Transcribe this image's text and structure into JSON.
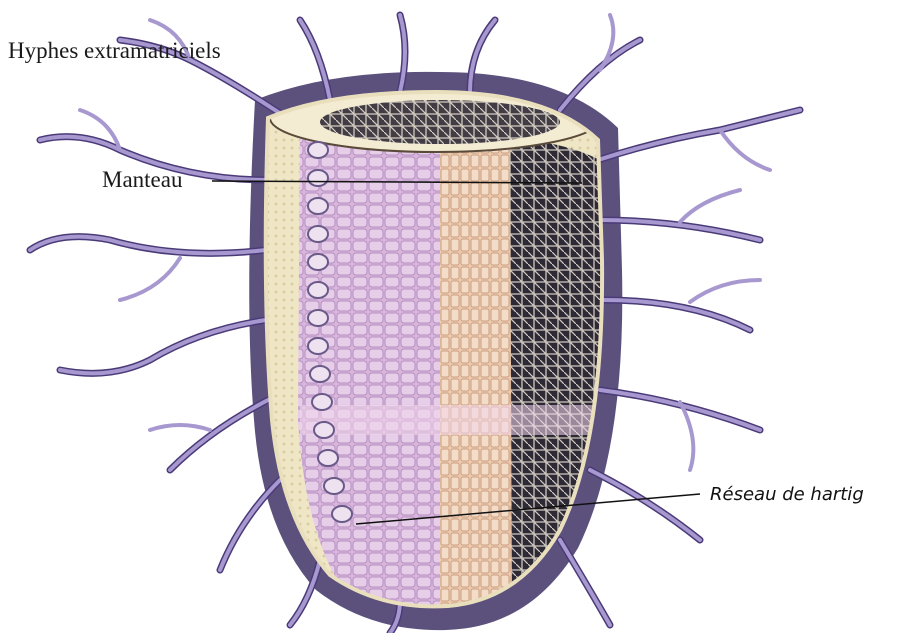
{
  "labels": {
    "hyphes": "Hyphes extramatriciels",
    "manteau": "Manteau",
    "reseau": "Réseau de hartig"
  },
  "colors": {
    "hyphae": "#8f7fc0",
    "hyphae_dark": "#4a3a78",
    "mantle": "#efe6c6",
    "cortex": "#d9b8de",
    "stele": "#e8c3a6",
    "section_dark": "#3c3542"
  }
}
